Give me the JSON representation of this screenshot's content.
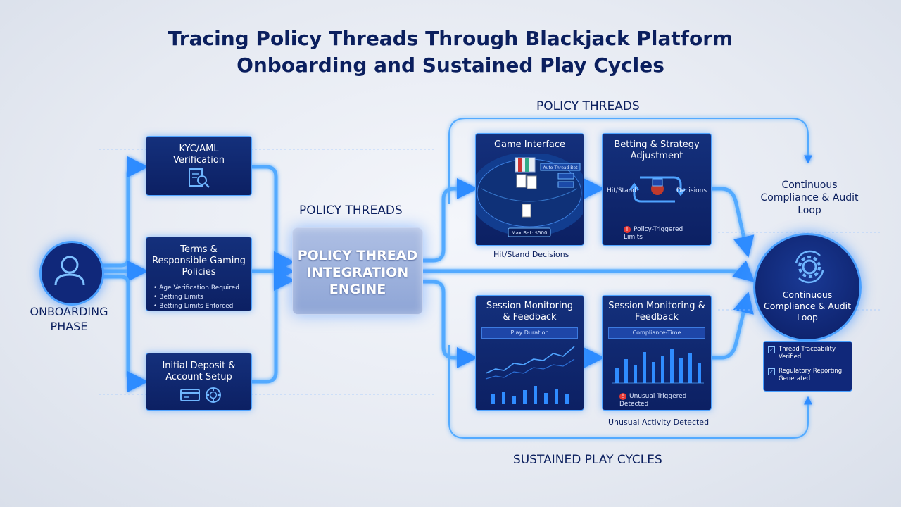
{
  "title": {
    "line1": "Tracing Policy Threads Through Blackjack Platform",
    "line2": "Onboarding and Sustained Play Cycles"
  },
  "onboarding": {
    "label": "ONBOARDING PHASE",
    "icon": "user-icon"
  },
  "onboarding_steps": {
    "kyc": {
      "title": "KYC/AML Verification",
      "icon": "document-search-icon"
    },
    "terms": {
      "title": "Terms & Responsible Gaming Policies",
      "bullets": [
        "Age Verification Required",
        "Betting Limits",
        "Betting Limits Enforced"
      ]
    },
    "deposit": {
      "title": "Initial Deposit & Account Setup",
      "icons": [
        "credit-card-icon",
        "chip-icon"
      ]
    }
  },
  "engine": {
    "section_label": "POLICY THREADS",
    "title": "POLICY THREAD INTEGRATION ENGINE"
  },
  "upper": {
    "section_label": "POLICY THREADS",
    "game": {
      "title": "Game Interface",
      "caption": "Hit/Stand Decisions",
      "table_texts": [
        "Auto Thread Bet",
        "Max Bet: $500"
      ]
    },
    "betting": {
      "title": "Betting & Strategy Adjustment",
      "left_label": "Hit/Stand",
      "right_label": "Decisions",
      "alert": "Policy-Triggered Limits"
    }
  },
  "lower": {
    "section_label": "SUSTAINED PLAY CYCLES",
    "monitor1": {
      "title": "Session Monitoring & Feedback",
      "bar_label": "Play Duration"
    },
    "monitor2": {
      "title": "Session Monitoring & Feedback",
      "bar_label": "Compliance-Time",
      "alert": "Unusual Triggered Detected",
      "caption": "Unusual Activity Detected"
    }
  },
  "compliance": {
    "top_label": "Continuous Compliance & Audit Loop",
    "circle_label": "Continuous Compliance & Audit Loop",
    "icon": "gear-refresh-icon",
    "checks": [
      "Thread Traceability Verified",
      "Regulatory Reporting Generated"
    ]
  },
  "colors": {
    "navy": "#0c2063",
    "glow": "#4aa0ff",
    "title": "#0b1f5e",
    "alert": "#e53935"
  }
}
